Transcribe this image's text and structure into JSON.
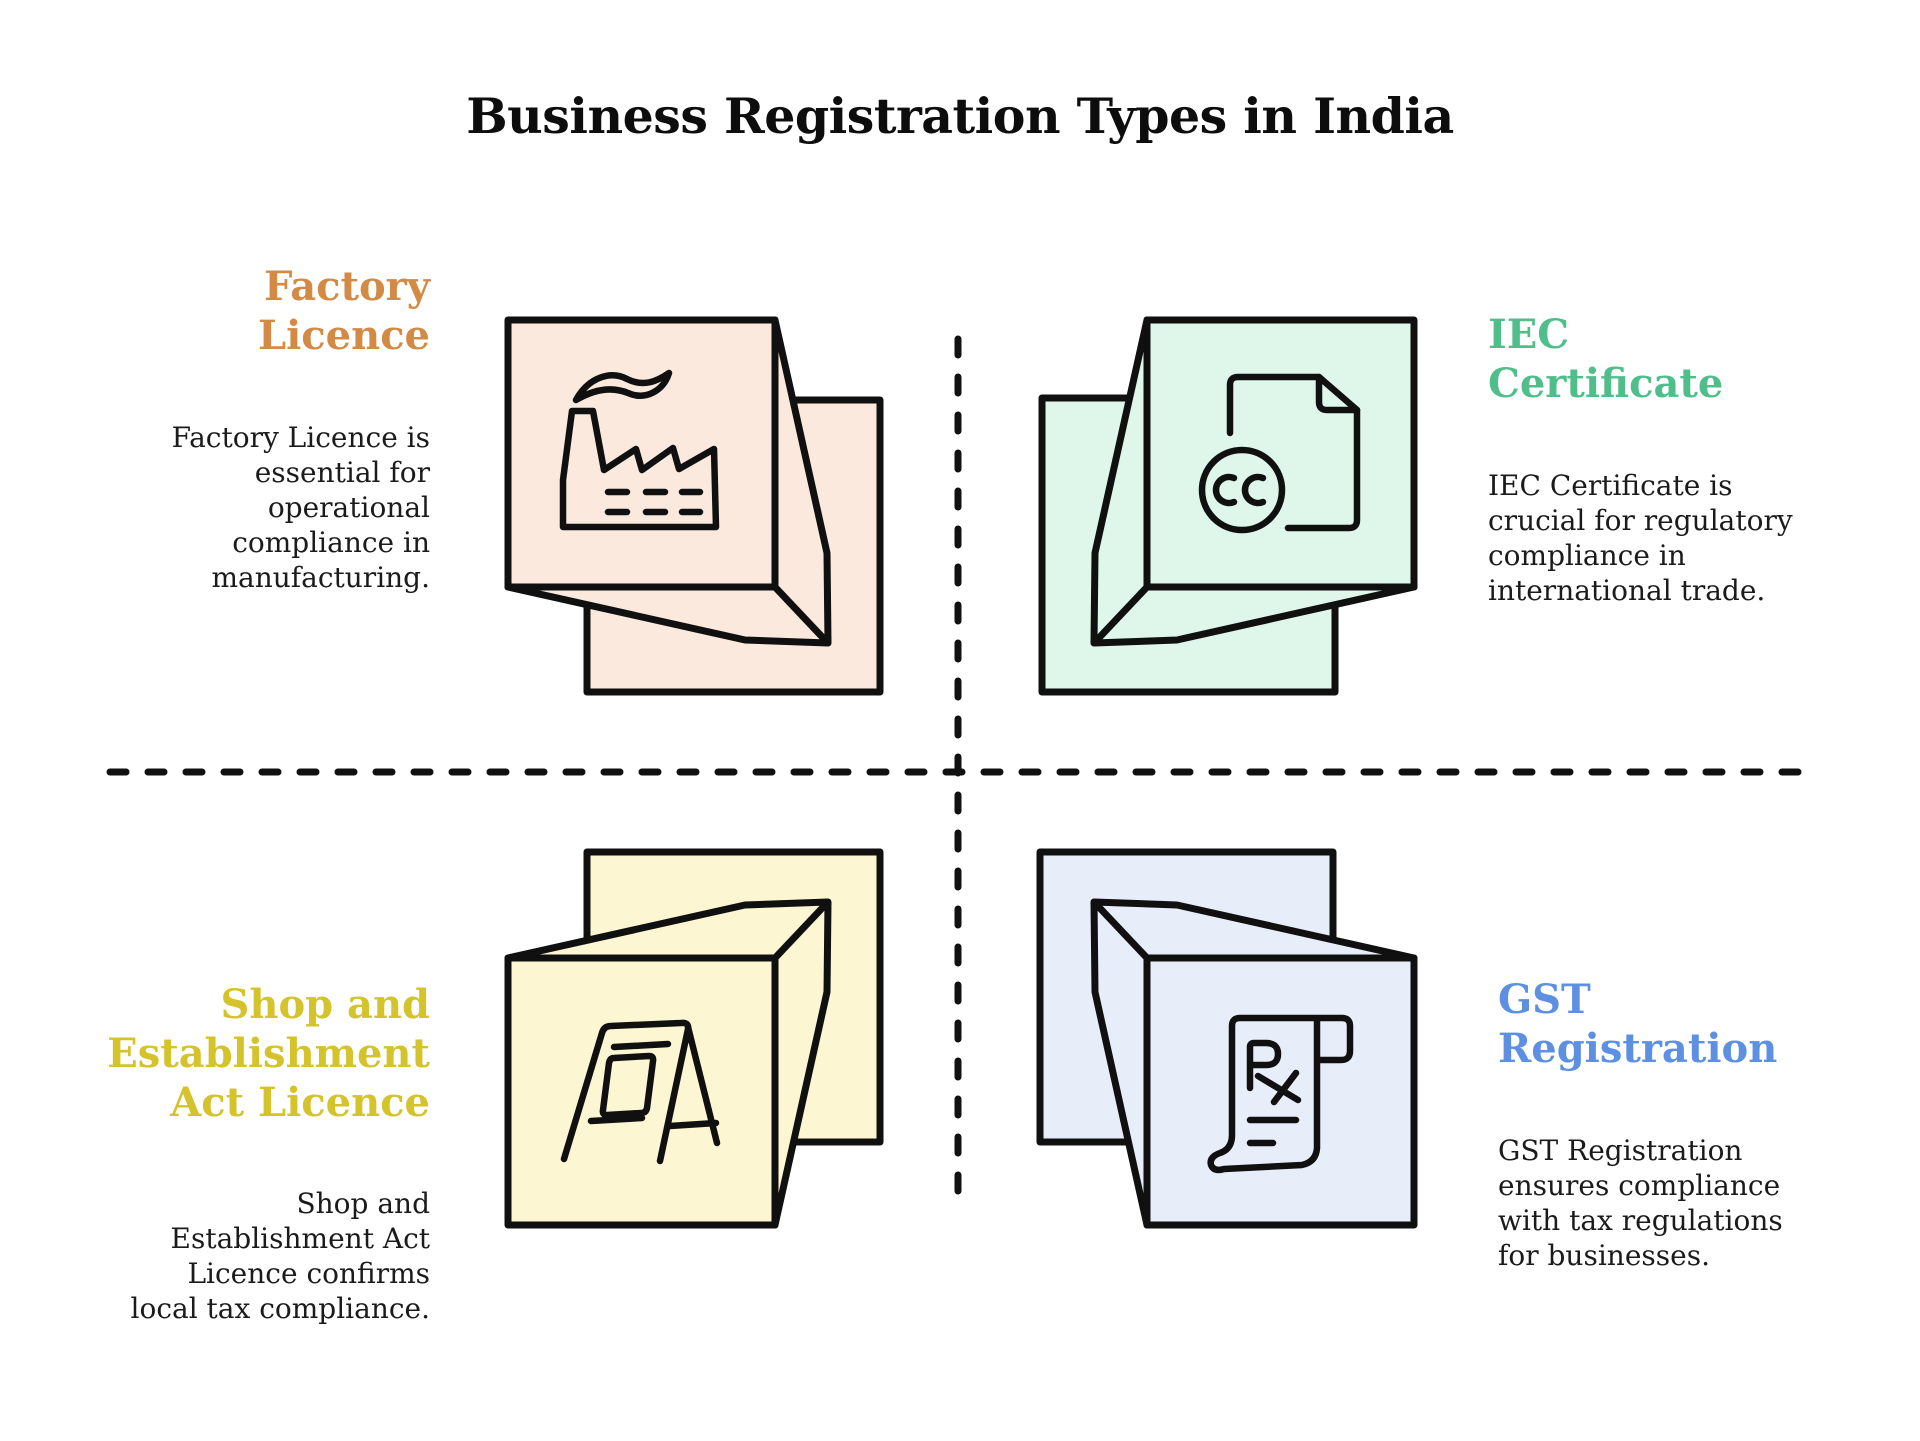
{
  "title": "Business Registration Types in India",
  "divider_color": "#111111",
  "quadrants": {
    "factory": {
      "heading": "Factory\nLicence",
      "description": "Factory Licence is\nessential for\noperational\ncompliance in\nmanufacturing.",
      "heading_color": "#D28A45",
      "box_color": "#FAE9DC",
      "icon": "factory-icon"
    },
    "iec": {
      "heading": "IEC\nCertificate",
      "description": "IEC Certificate is\ncrucial for regulatory\ncompliance in\ninternational trade.",
      "heading_color": "#50BE8B",
      "box_color": "#DFF6EA",
      "icon": "document-certificate-icon"
    },
    "shop": {
      "heading": "Shop and\nEstablishment\nAct Licence",
      "description": "Shop and\nEstablishment Act\nLicence confirms\nlocal tax compliance.",
      "heading_color": "#D4C32B",
      "box_color": "#FCF6D2",
      "icon": "a-frame-sign-icon"
    },
    "gst": {
      "heading": "GST\nRegistration",
      "description": "GST Registration\nensures compliance\nwith tax regulations\nfor businesses.",
      "heading_color": "#5E90E2",
      "box_color": "#E8EDFA",
      "icon": "prescription-rx-icon"
    }
  }
}
